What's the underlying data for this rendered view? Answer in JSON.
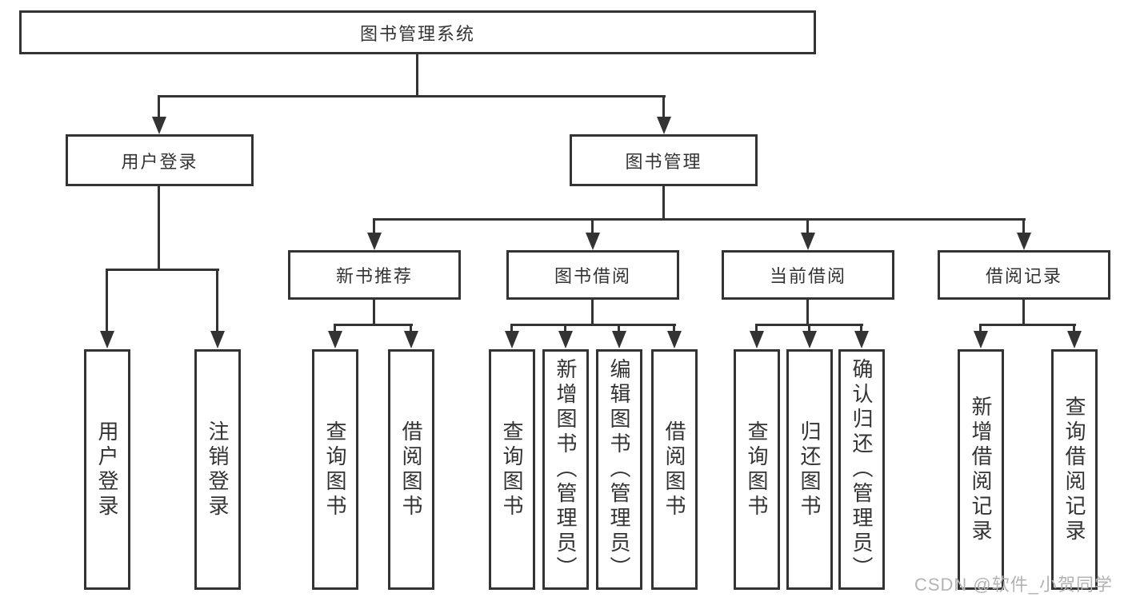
{
  "colors": {
    "line": "#333333",
    "box_border": "#333333",
    "text": "#333333",
    "watermark": "#b3b3b3",
    "background": "#ffffff"
  },
  "watermark": {
    "text": "CSDN @软件_小贺同学"
  },
  "tree": {
    "root": {
      "label": "图书管理系统"
    },
    "branches": [
      {
        "label": "用户登录",
        "children": [
          {
            "label": "用户登录"
          },
          {
            "label": "注销登录"
          }
        ]
      },
      {
        "label": "图书管理",
        "children": [
          {
            "label": "新书推荐",
            "children": [
              {
                "label": "查询图书"
              },
              {
                "label": "借阅图书"
              }
            ]
          },
          {
            "label": "图书借阅",
            "children": [
              {
                "label": "查询图书"
              },
              {
                "label": "新增图书（管理员）"
              },
              {
                "label": "编辑图书（管理员）"
              },
              {
                "label": "借阅图书"
              }
            ]
          },
          {
            "label": "当前借阅",
            "children": [
              {
                "label": "查询图书"
              },
              {
                "label": "归还图书"
              },
              {
                "label": "确认归还（管理员）"
              }
            ]
          },
          {
            "label": "借阅记录",
            "children": [
              {
                "label": "新增借阅记录"
              },
              {
                "label": "查询借阅记录"
              }
            ]
          }
        ]
      }
    ]
  }
}
